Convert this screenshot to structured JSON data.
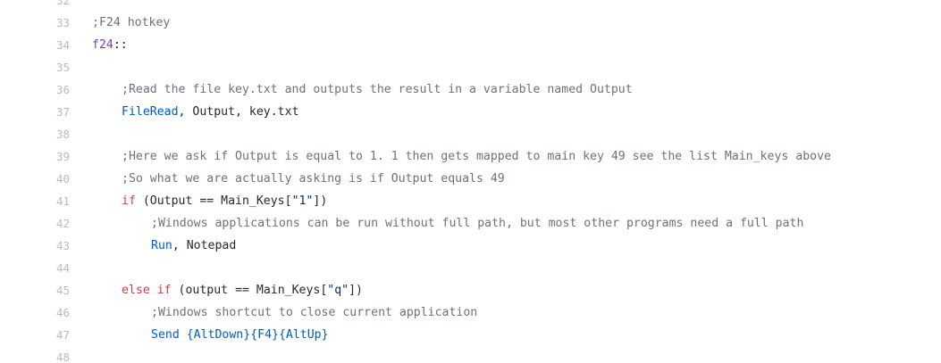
{
  "colors": {
    "comment": "#6a737d",
    "label": "#6f42c1",
    "command": "#005cc5",
    "keyword": "#d73a49",
    "plain": "#24292e",
    "string": "#032f62",
    "line_number": "#bbbbbb"
  },
  "lines": [
    {
      "num": "32",
      "indent": 0,
      "segments": []
    },
    {
      "num": "33",
      "indent": 0,
      "segments": [
        {
          "t": ";F24 hotkey",
          "k": "comment"
        }
      ]
    },
    {
      "num": "34",
      "indent": 0,
      "segments": [
        {
          "t": "f24",
          "k": "label"
        },
        {
          "t": "::",
          "k": "plain"
        }
      ]
    },
    {
      "num": "35",
      "indent": 0,
      "segments": []
    },
    {
      "num": "36",
      "indent": 1,
      "segments": [
        {
          "t": ";Read the file key.txt and outputs the result in a variable named Output",
          "k": "comment"
        }
      ]
    },
    {
      "num": "37",
      "indent": 1,
      "segments": [
        {
          "t": "FileRead",
          "k": "command"
        },
        {
          "t": ", Output, key.txt",
          "k": "plain"
        }
      ]
    },
    {
      "num": "38",
      "indent": 0,
      "segments": []
    },
    {
      "num": "39",
      "indent": 1,
      "segments": [
        {
          "t": ";Here we ask if Output is equal to 1. 1 then gets mapped to main key 49 see the list Main_keys above",
          "k": "comment"
        }
      ]
    },
    {
      "num": "40",
      "indent": 1,
      "segments": [
        {
          "t": ";So what we are actually asking is if Output equals 49",
          "k": "comment"
        }
      ]
    },
    {
      "num": "41",
      "indent": 1,
      "segments": [
        {
          "t": "if",
          "k": "keyword"
        },
        {
          "t": " (Output == Main_Keys[",
          "k": "plain"
        },
        {
          "t": "\"1\"",
          "k": "string"
        },
        {
          "t": "])",
          "k": "plain"
        }
      ]
    },
    {
      "num": "42",
      "indent": 2,
      "segments": [
        {
          "t": ";Windows applications can be run without full path, but most other programs need a full path",
          "k": "comment"
        }
      ]
    },
    {
      "num": "43",
      "indent": 2,
      "segments": [
        {
          "t": "Run",
          "k": "command"
        },
        {
          "t": ", Notepad",
          "k": "plain"
        }
      ]
    },
    {
      "num": "44",
      "indent": 0,
      "segments": []
    },
    {
      "num": "45",
      "indent": 1,
      "segments": [
        {
          "t": "else",
          "k": "keyword"
        },
        {
          "t": " ",
          "k": "plain"
        },
        {
          "t": "if",
          "k": "keyword"
        },
        {
          "t": " (output == Main_Keys[",
          "k": "plain"
        },
        {
          "t": "\"q\"",
          "k": "string"
        },
        {
          "t": "])",
          "k": "plain"
        }
      ]
    },
    {
      "num": "46",
      "indent": 2,
      "segments": [
        {
          "t": ";Windows shortcut to close current application",
          "k": "comment"
        }
      ]
    },
    {
      "num": "47",
      "indent": 2,
      "segments": [
        {
          "t": "Send",
          "k": "command"
        },
        {
          "t": " ",
          "k": "plain"
        },
        {
          "t": "{AltDown}",
          "k": "key"
        },
        {
          "t": "{F4}",
          "k": "key"
        },
        {
          "t": "{AltUp}",
          "k": "key"
        }
      ]
    },
    {
      "num": "48",
      "indent": 0,
      "segments": []
    }
  ]
}
